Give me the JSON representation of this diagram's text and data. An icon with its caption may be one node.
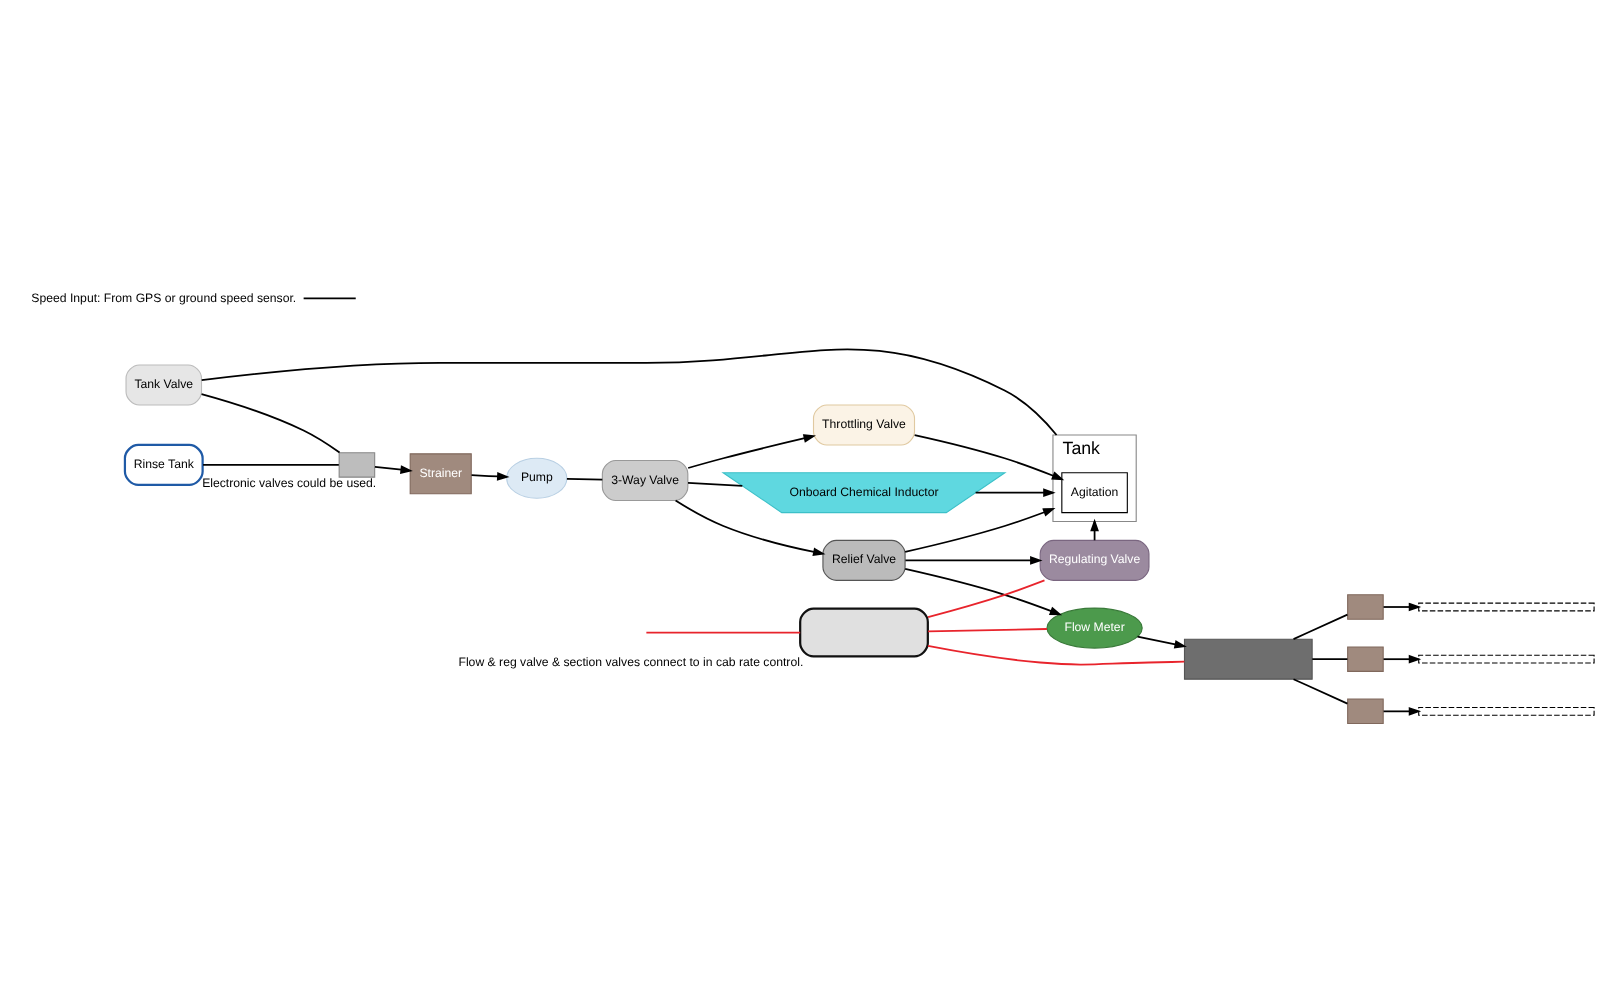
{
  "diagram": {
    "nodes": [
      {
        "text": [
          "Rinse Tank"
        ]
      },
      {
        "text": [
          "Tank"
        ]
      },
      {
        "text": [
          "Agitation"
        ],
        "in": 1
      },
      {
        "text": [
          "Tank Valve"
        ]
      },
      {
        "text": [
          "Onboard Chemical Inductor"
        ]
      },
      {
        "text": [],
        "shape": "box",
        "beside": [
          "Electronic valves could be used."
        ]
      },
      {
        "text": [
          "Strainer"
        ]
      },
      {
        "text": [
          "Pump"
        ]
      },
      {
        "text": [
          "3-Way Valve"
        ]
      },
      {
        "text": [
          "Throttling Valve"
        ]
      },
      {
        "text": [
          "Relief Valve"
        ]
      },
      {
        "text": [
          "Regulating Valve"
        ]
      },
      {
        "text": [
          "Flow Meter"
        ]
      },
      {
        "text": [
          "Speed Input: From GPS or ground speed sensor."
        ]
      },
      {
        "text": [],
        "shape": "box",
        "beside": [
          "Flow & reg valve & section valves connect to in cab rate control."
        ]
      },
      {
        "text": [],
        "shape": "box"
      },
      {
        "text": [],
        "shape": "box"
      },
      {
        "text": [],
        "shape": "box"
      },
      {
        "text": [],
        "shape": "box"
      },
      {
        "text": [],
        "shape": "bar"
      },
      {
        "text": [],
        "shape": "bar"
      },
      {
        "text": [],
        "shape": "bar"
      }
    ],
    "edges": [
      {
        "from": 0,
        "to": 5,
        "arrow": "none"
      },
      {
        "from": 1,
        "to": 3,
        "arrow": "none"
      },
      {
        "from": 3,
        "to": 5,
        "arrow": "none"
      },
      {
        "from": 5,
        "to": 6,
        "arrow": "to"
      },
      {
        "from": 6,
        "to": 7,
        "arrow": "to"
      },
      {
        "from": 7,
        "to": 8,
        "arrow": "none"
      },
      {
        "from": 8,
        "to": 4,
        "arrow": "none"
      },
      {
        "from": 4,
        "to": 1,
        "arrow": "to"
      },
      {
        "from": 8,
        "to": 9,
        "arrow": "to"
      },
      {
        "from": 9,
        "to": 2,
        "arrow": "to"
      },
      {
        "from": 8,
        "to": 10,
        "arrow": "to"
      },
      {
        "from": 10,
        "to": 1,
        "arrow": "to"
      },
      {
        "from": 10,
        "to": 11,
        "arrow": "to"
      },
      {
        "from": 11,
        "to": 1,
        "arrow": "to"
      },
      {
        "from": 10,
        "to": 12,
        "arrow": "to"
      },
      {
        "from": 12,
        "to": 15,
        "arrow": "to"
      },
      {
        "from": 15,
        "to": 16,
        "arrow": "none"
      },
      {
        "from": 16,
        "to": 19,
        "arrow": "to"
      },
      {
        "from": 15,
        "to": 17,
        "arrow": "none"
      },
      {
        "from": 17,
        "to": 20,
        "arrow": "to"
      },
      {
        "from": 15,
        "to": 18,
        "arrow": "none"
      },
      {
        "from": 18,
        "to": 21,
        "arrow": "to"
      },
      {
        "from": null,
        "to": 14,
        "arrow": "none",
        "color": "#e8242c"
      },
      {
        "from": 13,
        "to": null,
        "arrow": "none"
      },
      {
        "from": 14,
        "to": 11,
        "arrow": "none",
        "color": "#e8242c"
      },
      {
        "from": 14,
        "to": 12,
        "arrow": "none",
        "color": "#e8242c"
      },
      {
        "from": 14,
        "to": 15,
        "arrow": "none",
        "color": "#e8242c"
      }
    ]
  }
}
